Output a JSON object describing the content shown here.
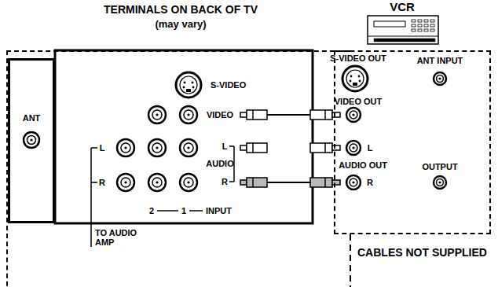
{
  "diagram": {
    "nodes": [
      {
        "text": [
          "TERMINALS ON BACK OF TV",
          "(may vary)"
        ]
      },
      {
        "text": [
          "ANT"
        ],
        "in": 0
      },
      {
        "text": [
          "VCR"
        ]
      }
    ],
    "labels": [
      "S-VIDEO",
      "VIDEO",
      "L",
      "AUDIO",
      "R",
      "L",
      "R",
      "2",
      "1",
      "INPUT",
      "TO AUDIO AMP",
      "S-VIDEO OUT",
      "ANT INPUT",
      "VIDEO OUT",
      "L",
      "AUDIO OUT",
      "R",
      "OUTPUT",
      "CABLES NOT SUPPLIED"
    ]
  }
}
